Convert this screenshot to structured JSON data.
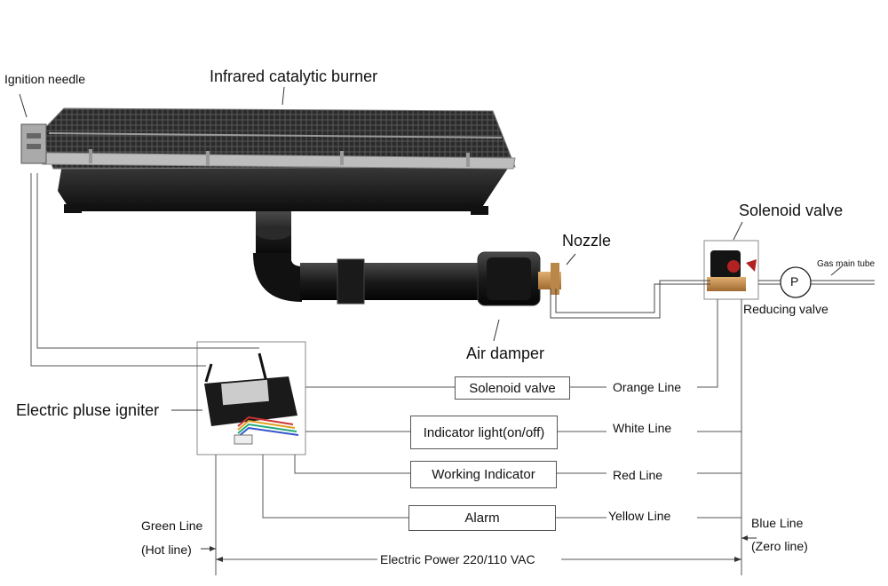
{
  "labels": {
    "ignition_needle": "Ignition needle",
    "burner": "Infrared catalytic burner",
    "solenoid_valve_top": "Solenoid valve",
    "nozzle": "Nozzle",
    "gas_main_tube": "Gas main tube",
    "reducing_valve": "Reducing valve",
    "pressure_symbol": "P",
    "air_damper": "Air damper",
    "igniter": "Electric pluse igniter",
    "green_line": "Green Line",
    "hot_line": "(Hot line)",
    "blue_line": "Blue Line",
    "zero_line": "(Zero line)",
    "power": "Electric Power 220/110 VAC"
  },
  "boxes": [
    {
      "label": "Solenoid valve",
      "wire": "Orange Line"
    },
    {
      "label": "Indicator light(on/off)",
      "wire": "White Line"
    },
    {
      "label": "Working Indicator",
      "wire": "Red Line"
    },
    {
      "label": "Alarm",
      "wire": "Yellow Line"
    }
  ]
}
